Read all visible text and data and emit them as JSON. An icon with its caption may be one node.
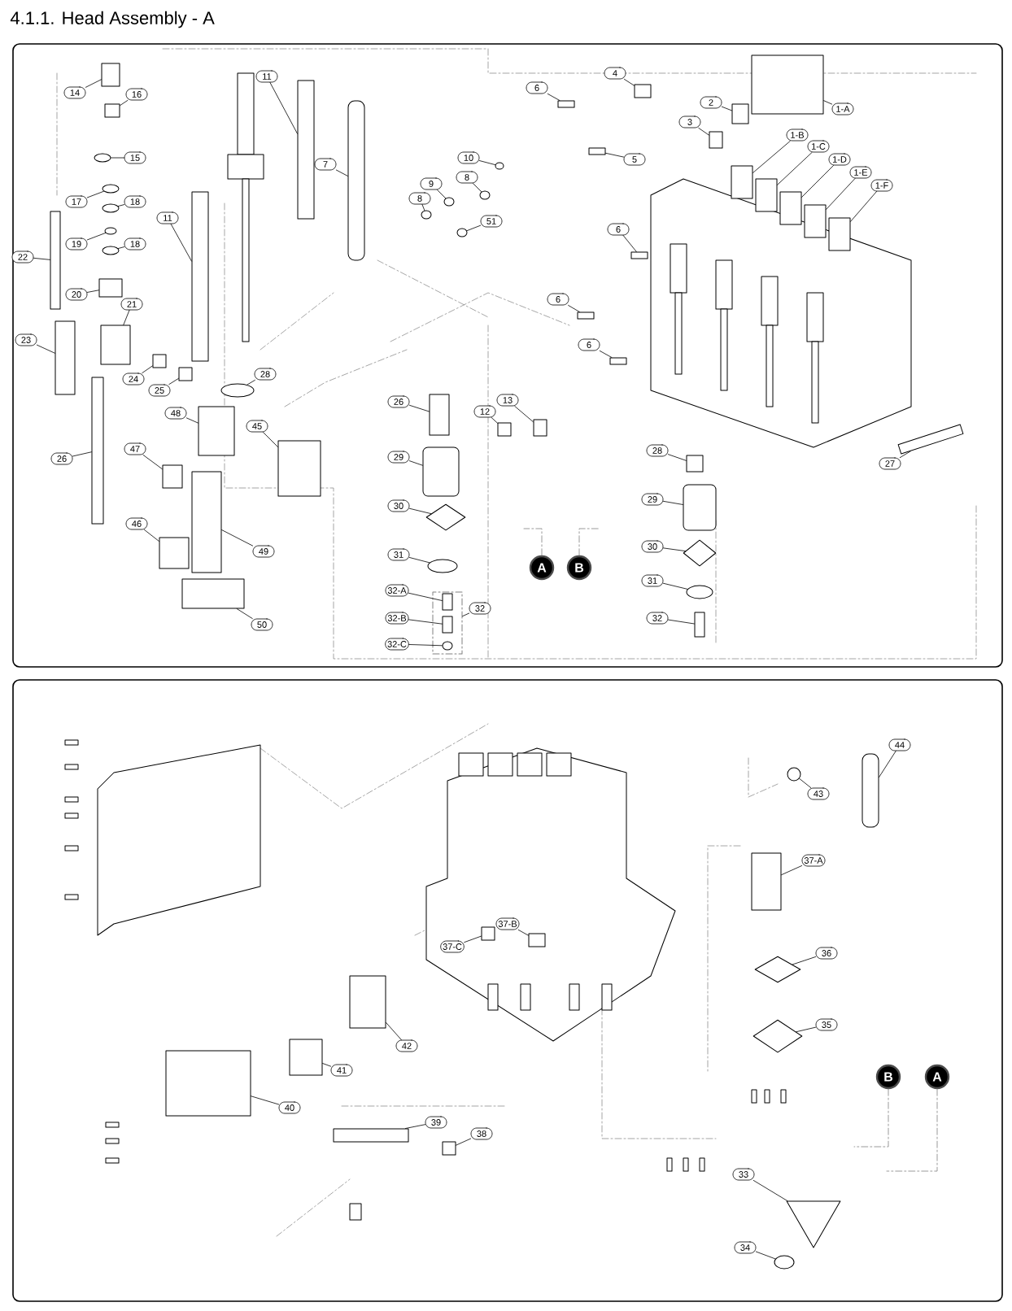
{
  "diagram": {
    "title": "4.1.1.    Head Assembly - A",
    "nodes": [
      {
        "text": [
          "14"
        ]
      },
      {
        "text": [
          "16"
        ]
      },
      {
        "text": [
          "15"
        ]
      },
      {
        "text": [
          "17"
        ]
      },
      {
        "text": [
          "18"
        ]
      },
      {
        "text": [
          "19"
        ]
      },
      {
        "text": [
          "18"
        ]
      },
      {
        "text": [
          "22"
        ]
      },
      {
        "text": [
          "20"
        ]
      },
      {
        "text": [
          "21"
        ]
      },
      {
        "text": [
          "23"
        ]
      },
      {
        "text": [
          "24"
        ]
      },
      {
        "text": [
          "25"
        ]
      },
      {
        "text": [
          "11"
        ]
      },
      {
        "text": [
          "11"
        ]
      },
      {
        "text": [
          "7"
        ]
      },
      {
        "text": [
          "10"
        ]
      },
      {
        "text": [
          "9"
        ]
      },
      {
        "text": [
          "8"
        ]
      },
      {
        "text": [
          "8"
        ]
      },
      {
        "text": [
          "51"
        ]
      },
      {
        "text": [
          "28"
        ]
      },
      {
        "text": [
          "26"
        ]
      },
      {
        "text": [
          "48"
        ]
      },
      {
        "text": [
          "47"
        ]
      },
      {
        "text": [
          "45"
        ]
      },
      {
        "text": [
          "46"
        ]
      },
      {
        "text": [
          "49"
        ]
      },
      {
        "text": [
          "50"
        ]
      },
      {
        "text": [
          "26"
        ]
      },
      {
        "text": [
          "12"
        ]
      },
      {
        "text": [
          "13"
        ]
      },
      {
        "text": [
          "29"
        ]
      },
      {
        "text": [
          "30"
        ]
      },
      {
        "text": [
          "31"
        ]
      },
      {
        "text": [
          "32-A"
        ]
      },
      {
        "text": [
          "32-B"
        ]
      },
      {
        "text": [
          "32-C"
        ]
      },
      {
        "text": [
          "32"
        ]
      },
      {
        "text": [
          "6"
        ]
      },
      {
        "text": [
          "4"
        ]
      },
      {
        "text": [
          "3"
        ]
      },
      {
        "text": [
          "2"
        ]
      },
      {
        "text": [
          "1-A"
        ]
      },
      {
        "text": [
          "5"
        ]
      },
      {
        "text": [
          "1-B"
        ]
      },
      {
        "text": [
          "1-C"
        ]
      },
      {
        "text": [
          "1-D"
        ]
      },
      {
        "text": [
          "1-E"
        ]
      },
      {
        "text": [
          "1-F"
        ]
      },
      {
        "text": [
          "6"
        ]
      },
      {
        "text": [
          "6"
        ]
      },
      {
        "text": [
          "6"
        ]
      },
      {
        "text": [
          "27"
        ]
      },
      {
        "text": [
          "28"
        ]
      },
      {
        "text": [
          "29"
        ]
      },
      {
        "text": [
          "30"
        ]
      },
      {
        "text": [
          "31"
        ]
      },
      {
        "text": [
          "32"
        ]
      },
      {
        "text": [
          "A"
        ]
      },
      {
        "text": [
          "B"
        ]
      },
      {
        "text": [
          "44"
        ]
      },
      {
        "text": [
          "43"
        ]
      },
      {
        "text": [
          "37-A"
        ]
      },
      {
        "text": [
          "37-B"
        ]
      },
      {
        "text": [
          "37-C"
        ]
      },
      {
        "text": [
          "36"
        ]
      },
      {
        "text": [
          "35"
        ]
      },
      {
        "text": [
          "42"
        ]
      },
      {
        "text": [
          "41"
        ]
      },
      {
        "text": [
          "40"
        ]
      },
      {
        "text": [
          "39"
        ]
      },
      {
        "text": [
          "38"
        ]
      },
      {
        "text": [
          "B"
        ]
      },
      {
        "text": [
          "A"
        ]
      },
      {
        "text": [
          "33"
        ]
      },
      {
        "text": [
          "34"
        ]
      },
      {
        "text": [],
        "shape": "box"
      },
      {
        "text": [],
        "shape": "box"
      },
      {
        "text": [],
        "shape": "circle"
      },
      {
        "text": [],
        "shape": "circle"
      },
      {
        "text": [],
        "shape": "circle"
      },
      {
        "text": [],
        "shape": "circle"
      },
      {
        "text": [],
        "shape": "circle"
      },
      {
        "text": [],
        "shape": "box"
      },
      {
        "text": [],
        "shape": "box"
      },
      {
        "text": [],
        "shape": "box"
      },
      {
        "text": [],
        "shape": "box"
      },
      {
        "text": [],
        "shape": "box"
      },
      {
        "text": [],
        "shape": "box"
      },
      {
        "text": [],
        "shape": "box"
      },
      {
        "text": [],
        "shape": "box"
      },
      {
        "text": [],
        "shape": "box"
      },
      {
        "text": [],
        "shape": "circle"
      },
      {
        "text": [],
        "shape": "circle"
      },
      {
        "text": [],
        "shape": "circle"
      },
      {
        "text": [],
        "shape": "circle"
      },
      {
        "text": [],
        "shape": "circle"
      },
      {
        "text": [],
        "shape": "circle"
      },
      {
        "text": [],
        "shape": "box"
      },
      {
        "text": [],
        "shape": "box"
      },
      {
        "text": [],
        "shape": "box"
      },
      {
        "text": [],
        "shape": "box"
      },
      {
        "text": [],
        "shape": "box"
      },
      {
        "text": [],
        "shape": "box"
      },
      {
        "text": [],
        "shape": "box"
      },
      {
        "text": [],
        "shape": "box"
      },
      {
        "text": [],
        "shape": "box"
      },
      {
        "text": [],
        "shape": "box"
      },
      {
        "text": [],
        "shape": "box"
      },
      {
        "text": [],
        "shape": "diamond"
      },
      {
        "text": [],
        "shape": "circle"
      },
      {
        "text": [],
        "shape": "box"
      },
      {
        "text": [],
        "shape": "box",
        "in": 112
      },
      {
        "text": [],
        "shape": "box",
        "in": 112
      },
      {
        "text": [],
        "shape": "circle",
        "in": 112
      },
      {
        "text": [],
        "shape": "box"
      },
      {
        "text": [],
        "shape": "box"
      },
      {
        "text": [],
        "shape": "box"
      },
      {
        "text": [],
        "shape": "box"
      },
      {
        "text": [],
        "shape": "box"
      },
      {
        "text": [],
        "shape": "box"
      },
      {
        "text": [],
        "shape": "box"
      },
      {
        "text": [],
        "shape": "box"
      },
      {
        "text": [],
        "shape": "box"
      },
      {
        "text": [],
        "shape": "box"
      },
      {
        "text": [],
        "shape": "box"
      },
      {
        "text": [],
        "shape": "box"
      },
      {
        "text": [],
        "shape": "box"
      },
      {
        "text": [],
        "shape": "box"
      },
      {
        "text": [],
        "shape": "box"
      },
      {
        "text": [],
        "shape": "box"
      },
      {
        "text": [],
        "shape": "box"
      },
      {
        "text": [],
        "shape": "diamond"
      },
      {
        "text": [],
        "shape": "circle"
      },
      {
        "text": [],
        "shape": "box"
      },
      {
        "text": [],
        "shape": "box"
      },
      {
        "text": [],
        "shape": "circle"
      },
      {
        "text": [],
        "shape": "box"
      },
      {
        "text": [],
        "shape": "box"
      },
      {
        "text": [],
        "shape": "box"
      },
      {
        "text": [],
        "shape": "diamond"
      },
      {
        "text": [],
        "shape": "diamond"
      },
      {
        "text": [],
        "shape": "box"
      },
      {
        "text": [],
        "shape": "box"
      },
      {
        "text": [],
        "shape": "box"
      },
      {
        "text": [],
        "shape": "box"
      },
      {
        "text": [],
        "shape": "box"
      },
      {
        "text": [],
        "shape": "triangle"
      },
      {
        "text": [],
        "shape": "circle"
      }
    ],
    "edges": [
      {
        "from": 0,
        "to": 77,
        "arrow": "none"
      },
      {
        "from": 1,
        "to": 78,
        "arrow": "none"
      },
      {
        "from": 2,
        "to": 79,
        "arrow": "none"
      },
      {
        "from": 3,
        "to": 80,
        "arrow": "none"
      },
      {
        "from": 4,
        "to": 81,
        "arrow": "none"
      },
      {
        "from": 5,
        "to": 82,
        "arrow": "none"
      },
      {
        "from": 6,
        "to": 83,
        "arrow": "none"
      },
      {
        "from": 7,
        "to": 84,
        "arrow": "none"
      },
      {
        "from": 8,
        "to": 85,
        "arrow": "none"
      },
      {
        "from": 9,
        "to": 86,
        "arrow": "none"
      },
      {
        "from": 10,
        "to": 87,
        "arrow": "none"
      },
      {
        "from": 11,
        "to": 88,
        "arrow": "none"
      },
      {
        "from": 12,
        "to": 89,
        "arrow": "none"
      },
      {
        "from": 13,
        "to": 90,
        "arrow": "none"
      },
      {
        "from": 14,
        "to": 91,
        "arrow": "none"
      },
      {
        "from": 15,
        "to": 92,
        "arrow": "none"
      },
      {
        "from": 16,
        "to": 93,
        "arrow": "none"
      },
      {
        "from": 17,
        "to": 94,
        "arrow": "none"
      },
      {
        "from": 18,
        "to": 95,
        "arrow": "none"
      },
      {
        "from": 19,
        "to": 96,
        "arrow": "none"
      },
      {
        "from": 20,
        "to": 97,
        "arrow": "none"
      },
      {
        "from": 21,
        "to": 98,
        "arrow": "none"
      },
      {
        "from": 22,
        "to": 99,
        "arrow": "none"
      },
      {
        "from": 23,
        "to": 100,
        "arrow": "none"
      },
      {
        "from": 24,
        "to": 101,
        "arrow": "none"
      },
      {
        "from": 25,
        "to": 102,
        "arrow": "none"
      },
      {
        "from": 26,
        "to": 103,
        "arrow": "none"
      },
      {
        "from": 27,
        "to": 104,
        "arrow": "none"
      },
      {
        "from": 28,
        "to": 105,
        "arrow": "none"
      },
      {
        "from": 29,
        "to": 106,
        "arrow": "none"
      },
      {
        "from": 30,
        "to": 107,
        "arrow": "none"
      },
      {
        "from": 31,
        "to": 108,
        "arrow": "none"
      },
      {
        "from": 32,
        "to": 109,
        "arrow": "none"
      },
      {
        "from": 33,
        "to": 110,
        "arrow": "none"
      },
      {
        "from": 34,
        "to": 111,
        "arrow": "none"
      },
      {
        "from": 35,
        "to": 113,
        "arrow": "none"
      },
      {
        "from": 36,
        "to": 114,
        "arrow": "none"
      },
      {
        "from": 37,
        "to": 115,
        "arrow": "none"
      },
      {
        "from": 38,
        "to": 112,
        "arrow": "none"
      },
      {
        "from": 39,
        "to": 116,
        "arrow": "none"
      },
      {
        "from": 40,
        "to": 117,
        "arrow": "none"
      },
      {
        "from": 41,
        "to": 118,
        "arrow": "none"
      },
      {
        "from": 42,
        "to": 119,
        "arrow": "none"
      },
      {
        "from": 43,
        "to": 120,
        "arrow": "none"
      },
      {
        "from": 44,
        "to": 121,
        "arrow": "none"
      },
      {
        "from": 45,
        "to": 122,
        "arrow": "none"
      },
      {
        "from": 46,
        "to": 123,
        "arrow": "none"
      },
      {
        "from": 47,
        "to": 124,
        "arrow": "none"
      },
      {
        "from": 48,
        "to": 125,
        "arrow": "none"
      },
      {
        "from": 49,
        "to": 126,
        "arrow": "none"
      },
      {
        "from": 50,
        "to": 127,
        "arrow": "none"
      },
      {
        "from": 51,
        "to": 128,
        "arrow": "none"
      },
      {
        "from": 52,
        "to": 129,
        "arrow": "none"
      },
      {
        "from": 53,
        "to": 130,
        "arrow": "none"
      },
      {
        "from": 54,
        "to": 131,
        "arrow": "none"
      },
      {
        "from": 55,
        "to": 132,
        "arrow": "none"
      },
      {
        "from": 56,
        "to": 133,
        "arrow": "none"
      },
      {
        "from": 57,
        "to": 134,
        "arrow": "none"
      },
      {
        "from": 58,
        "to": 135,
        "arrow": "none"
      },
      {
        "from": 59,
        "to": null,
        "arrow": "none",
        "style": "dashed",
        "color": "#808080"
      },
      {
        "from": 60,
        "to": null,
        "arrow": "none",
        "style": "dashed",
        "color": "#808080"
      },
      {
        "from": 61,
        "to": 136,
        "arrow": "none"
      },
      {
        "from": 62,
        "to": 137,
        "arrow": "none"
      },
      {
        "from": 63,
        "to": 138,
        "arrow": "none"
      },
      {
        "from": 64,
        "to": 139,
        "arrow": "none"
      },
      {
        "from": 65,
        "to": 140,
        "arrow": "none"
      },
      {
        "from": 66,
        "to": 141,
        "arrow": "none"
      },
      {
        "from": 67,
        "to": 142,
        "arrow": "none"
      },
      {
        "from": 68,
        "to": 143,
        "arrow": "none"
      },
      {
        "from": 69,
        "to": 144,
        "arrow": "none"
      },
      {
        "from": 70,
        "to": 145,
        "arrow": "none"
      },
      {
        "from": 71,
        "to": 146,
        "arrow": "none"
      },
      {
        "from": 72,
        "to": 147,
        "arrow": "none"
      },
      {
        "from": 73,
        "to": null,
        "arrow": "none",
        "style": "dashed",
        "color": "#808080"
      },
      {
        "from": 74,
        "to": null,
        "arrow": "none",
        "style": "dashed",
        "color": "#808080"
      },
      {
        "from": 75,
        "to": 148,
        "arrow": "none"
      },
      {
        "from": 76,
        "to": 149,
        "arrow": "none"
      }
    ]
  }
}
